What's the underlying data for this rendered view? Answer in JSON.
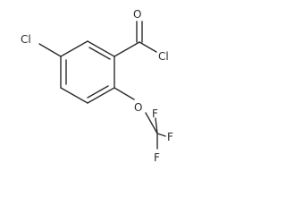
{
  "molecule": {
    "atom_labels": {
      "chlorine_ring": "Cl",
      "carbonyl_oxygen": "O",
      "chlorine_acyl": "Cl",
      "ether_oxygen": "O",
      "fluorine_top": "F",
      "fluorine_right": "F",
      "fluorine_bottom": "F"
    },
    "colors": {
      "bond": "#2b2b2b",
      "label": "#2b2b2b",
      "background": "#ffffff"
    }
  }
}
